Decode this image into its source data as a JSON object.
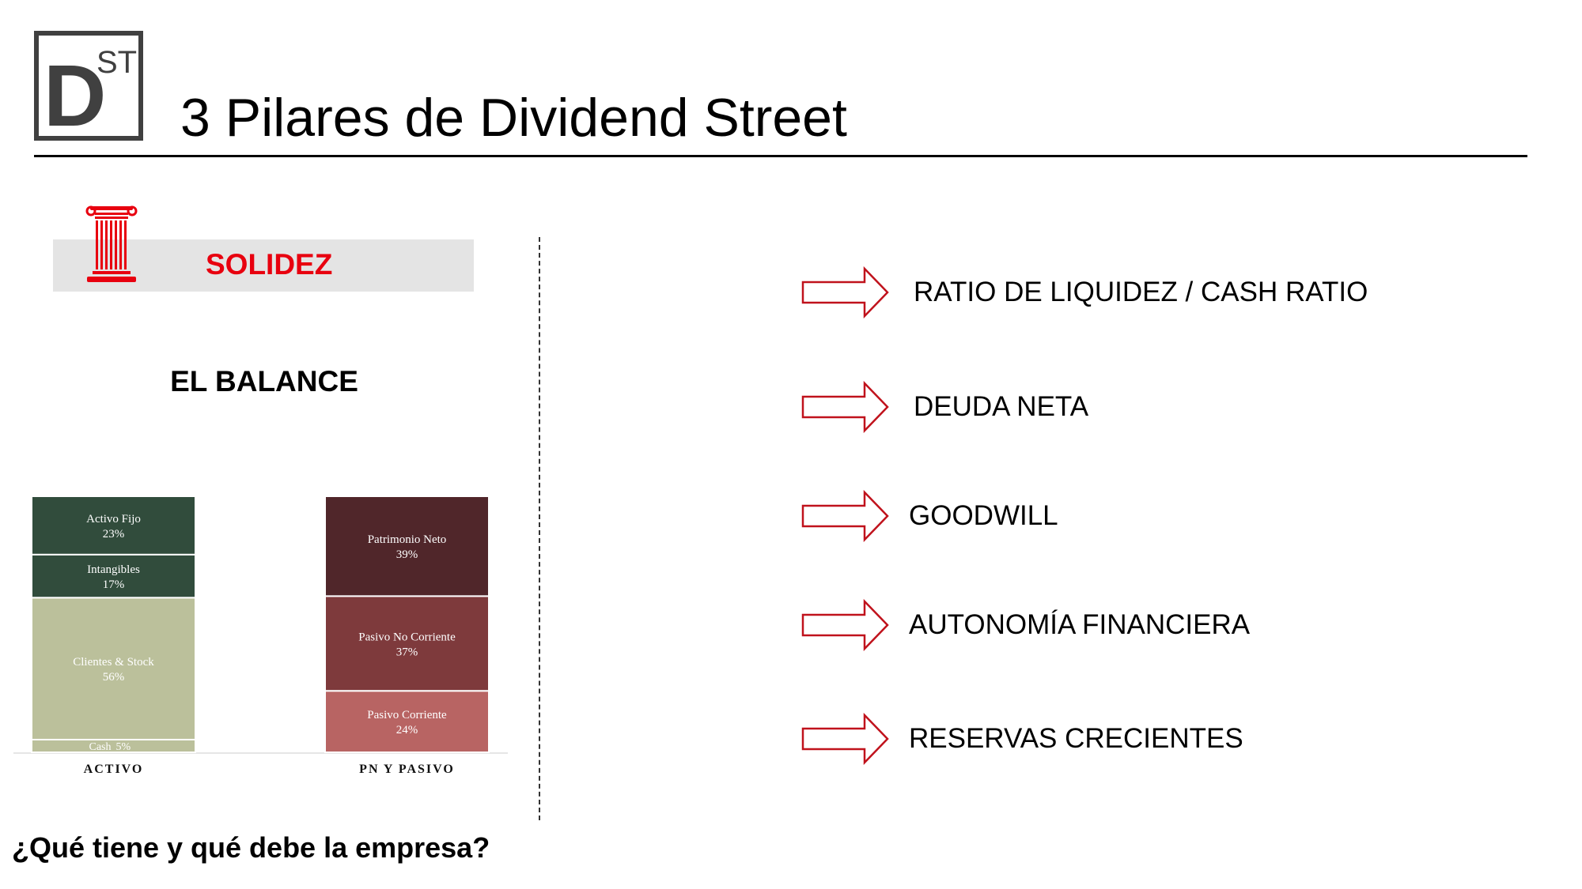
{
  "header": {
    "logo_main": "D",
    "logo_sup": "ST",
    "title": "3 Pilares de Dividend Street"
  },
  "pillar": {
    "label": "SOLIDEZ",
    "icon": "pillar-icon",
    "color": "#e8000f"
  },
  "balance_title": "EL BALANCE",
  "question": "¿Qué tiene y qué debe la empresa?",
  "chart_data": {
    "type": "bar",
    "stacked": true,
    "categories": [
      "ACTIVO",
      "PN Y PASIVO"
    ],
    "ylim": [
      0,
      100
    ],
    "series": [
      {
        "category": "ACTIVO",
        "segments": [
          {
            "name": "Cash",
            "value": 5,
            "label": "5%",
            "color": "#bbc09b"
          },
          {
            "name": "Clientes & Stock",
            "value": 56,
            "label": "56%",
            "color": "#bbc09b"
          },
          {
            "name": "Intangibles",
            "value": 17,
            "label": "17%",
            "color": "#314c3c"
          },
          {
            "name": "Activo Fijo",
            "value": 23,
            "label": "23%",
            "color": "#314c3c"
          }
        ]
      },
      {
        "category": "PN Y PASIVO",
        "segments": [
          {
            "name": "Pasivo Corriente",
            "value": 24,
            "label": "24%",
            "color": "#b86463"
          },
          {
            "name": "Pasivo No Corriente",
            "value": 37,
            "label": "37%",
            "color": "#7e3a3c"
          },
          {
            "name": "Patrimonio Neto",
            "value": 39,
            "label": "39%",
            "color": "#50262a"
          }
        ]
      }
    ]
  },
  "ratios": [
    {
      "label": "RATIO DE LIQUIDEZ / CASH RATIO",
      "icon": "arrow-right-icon"
    },
    {
      "label": "DEUDA NETA",
      "icon": "arrow-right-icon"
    },
    {
      "label": "GOODWILL",
      "icon": "arrow-right-icon"
    },
    {
      "label": "AUTONOMÍA FINANCIERA",
      "icon": "arrow-right-icon"
    },
    {
      "label": "RESERVAS CRECIENTES",
      "icon": "arrow-right-icon"
    }
  ]
}
